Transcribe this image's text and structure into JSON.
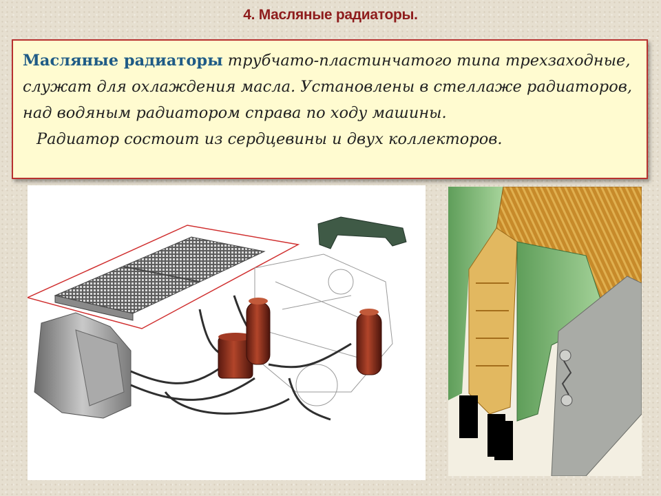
{
  "slide": {
    "title": "4. Масляные радиаторы."
  },
  "text_box": {
    "lead": "Масляные радиаторы",
    "para1_rest": " трубчато-пластинчатого типа трехзаходные, служат для охлаждения масла. Установлены в стеллаже радиаторов, над водяным радиатором справа по ходу машины.",
    "para2": "Радиатор состоит из сердцевины и двух коллекторов."
  },
  "images": {
    "left": "oil-cooling-system-illustration",
    "right": "radiator-core-cutaway-illustration"
  },
  "colors": {
    "title": "#8e1c1c",
    "box_border": "#b8312f",
    "box_bg": "#fffbd0",
    "lead_text": "#1f5b86"
  }
}
